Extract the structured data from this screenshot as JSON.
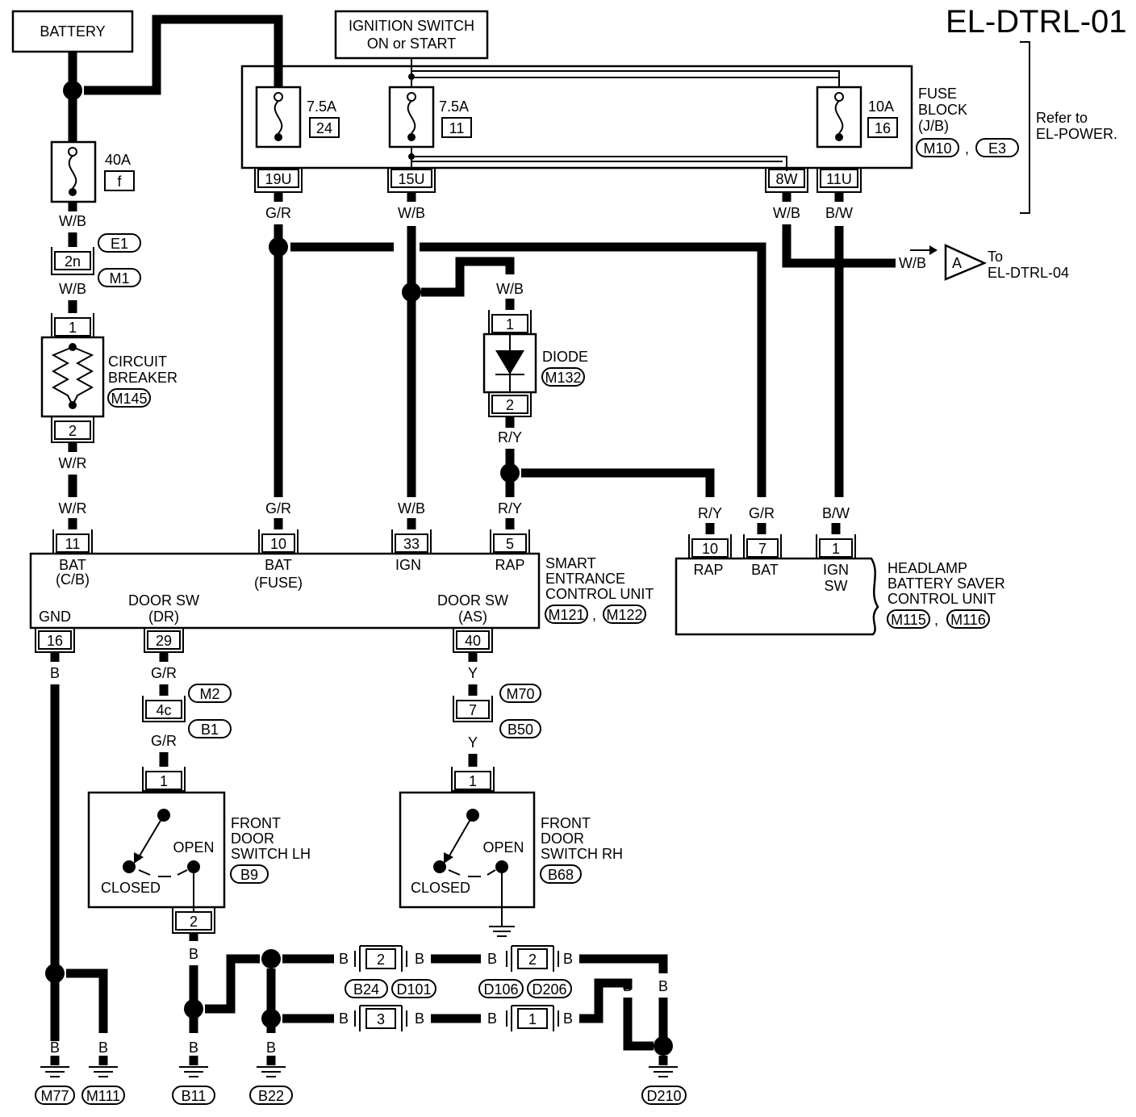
{
  "title": "EL-DTRL-01",
  "battery": "BATTERY",
  "ignition": [
    "IGNITION SWITCH",
    "ON or START"
  ],
  "fuse_block": {
    "name": [
      "FUSE",
      "BLOCK",
      "(J/B)"
    ],
    "refs": [
      "M10",
      "E3"
    ],
    "sep": ",",
    "refer": [
      "Refer to",
      "EL-POWER."
    ],
    "fuses": [
      {
        "amp": "7.5A",
        "num": "24"
      },
      {
        "amp": "7.5A",
        "num": "11"
      },
      {
        "amp": "10A",
        "num": "16"
      }
    ],
    "terminals": [
      "19U",
      "15U",
      "8W",
      "11U"
    ]
  },
  "main_fuse": {
    "amp": "40A",
    "num": "f"
  },
  "connectors": {
    "c2n": "2n",
    "e1": "E1",
    "m1": "M1"
  },
  "circuit_breaker": {
    "name": [
      "CIRCUIT",
      "BREAKER"
    ],
    "ref": "M145",
    "pins": [
      "1",
      "2"
    ]
  },
  "diode": {
    "name": "DIODE",
    "ref": "M132",
    "pins": [
      "1",
      "2"
    ]
  },
  "wires": {
    "wb": "W/B",
    "wr": "W/R",
    "gr": "G/R",
    "ry": "R/Y",
    "bw": "B/W",
    "y": "Y",
    "b": "B"
  },
  "to_link": {
    "letter": "A",
    "to": "To",
    "dest": "EL-DTRL-04"
  },
  "secu": {
    "name": [
      "SMART",
      "ENTRANCE",
      "CONTROL UNIT"
    ],
    "refs": [
      "M121",
      "M122"
    ],
    "pins": [
      "11",
      "10",
      "33",
      "5",
      "16",
      "29",
      "40"
    ],
    "labels": {
      "bat_cb": [
        "BAT",
        "(C/B)"
      ],
      "bat_fuse": [
        "BAT",
        "(FUSE)"
      ],
      "ign": "IGN",
      "rap": "RAP",
      "gnd": "GND",
      "door_dr": [
        "DOOR SW",
        "(DR)"
      ],
      "door_as": [
        "DOOR SW",
        "(AS)"
      ]
    }
  },
  "headlamp": {
    "name": [
      "HEADLAMP",
      "BATTERY SAVER",
      "CONTROL UNIT"
    ],
    "refs": [
      "M115",
      "M116"
    ],
    "pins": [
      "10",
      "7",
      "1"
    ],
    "labels": {
      "rap": "RAP",
      "bat": "BAT",
      "ign": [
        "IGN",
        "SW"
      ]
    }
  },
  "mid_connectors": {
    "c4c": "4c",
    "m2": "M2",
    "b1": "B1",
    "c7": "7",
    "m70": "M70",
    "b50": "B50"
  },
  "switch_lh": {
    "name": [
      "FRONT",
      "DOOR",
      "SWITCH LH"
    ],
    "ref": "B9",
    "open": "OPEN",
    "closed": "CLOSED",
    "pins": [
      "1",
      "2"
    ]
  },
  "switch_rh": {
    "name": [
      "FRONT",
      "DOOR",
      "SWITCH RH"
    ],
    "ref": "B68",
    "open": "OPEN",
    "closed": "CLOSED",
    "pin": "1"
  },
  "bottom": {
    "conn_l": [
      "2",
      "3"
    ],
    "conn_r": [
      "2",
      "1"
    ],
    "refs": [
      "B24",
      "D101",
      "D106",
      "D206"
    ]
  },
  "grounds": [
    "M77",
    "M111",
    "B11",
    "B22",
    "D210"
  ]
}
